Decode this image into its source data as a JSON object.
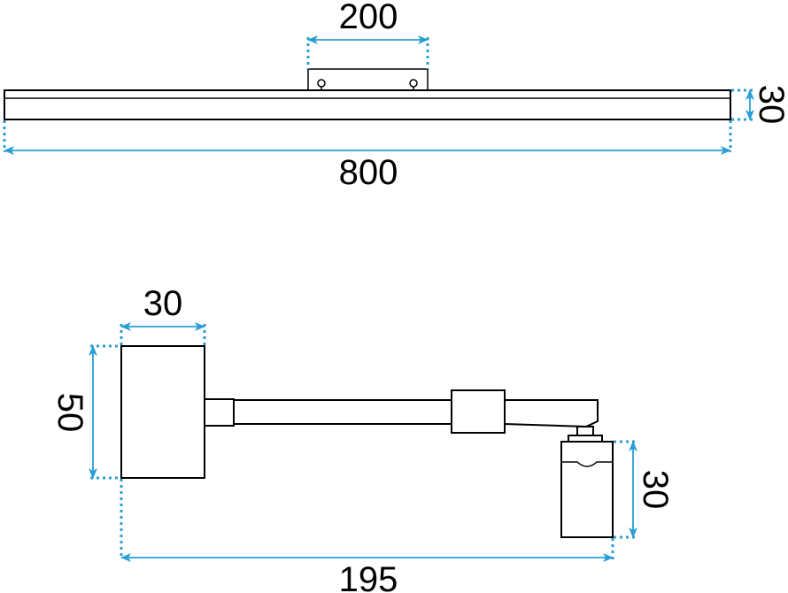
{
  "top_view": {
    "mount_width": "200",
    "bar_height": "30",
    "total_length": "800"
  },
  "side_view": {
    "block_width": "30",
    "block_height": "50",
    "head_height": "30",
    "arm_length": "195"
  },
  "colors": {
    "dimension": "#2a9fd6",
    "outline": "#000000",
    "background": "#ffffff"
  }
}
